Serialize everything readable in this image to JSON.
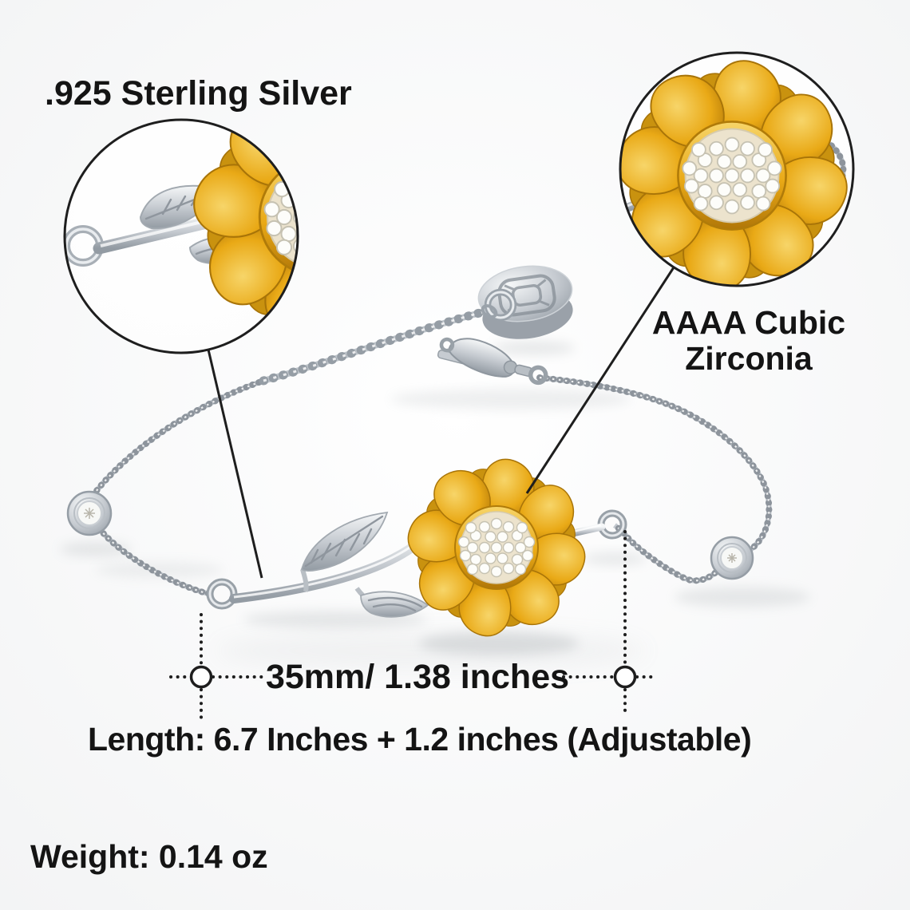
{
  "annotations": {
    "material_label": ".925 Sterling Silver",
    "stone_label_line1": "AAAA Cubic",
    "stone_label_line2": "Zirconia",
    "pendant_width_label": "35mm/ 1.38 inches",
    "length_label": "Length: 6.7 Inches + 1.2 inches (Adjustable)",
    "weight_label": "Weight: 0.14 oz"
  },
  "colors": {
    "gold_light": "#F7D569",
    "gold": "#E9A916",
    "gold_dark": "#B07608",
    "silver_light": "#F5F7F8",
    "silver": "#C6CBD1",
    "silver_dark": "#939BA3",
    "annotation_line": "#1E1E1E",
    "text": "#141414",
    "background": "#FDFDFE"
  }
}
